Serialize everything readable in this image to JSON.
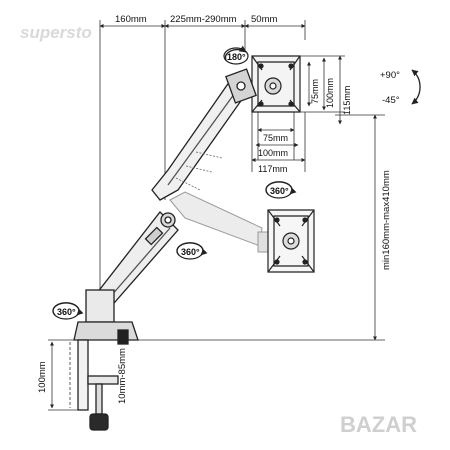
{
  "watermarks": {
    "top_left": "supersto",
    "bottom_right": "BAZAR"
  },
  "dimensions": {
    "arm_offset": "160mm",
    "arm_reach": "225mm-290mm",
    "vesa_offset": "50mm",
    "vesa_inner_h": "75mm",
    "vesa_outer_h": "100mm",
    "vesa_plate_h": "115mm",
    "vesa_inner_w": "75mm",
    "vesa_outer_w": "100mm",
    "vesa_plate_w": "117mm",
    "height_range": "min160mm-max410mm",
    "clamp_height": "100mm",
    "desk_thickness": "10mm-85mm"
  },
  "rotations": {
    "vesa_rotation": "180°",
    "swivel_head": "360°",
    "swivel_mid": "360°",
    "swivel_base": "360°"
  },
  "tilt": {
    "up": "+90°",
    "down": "-45°"
  }
}
